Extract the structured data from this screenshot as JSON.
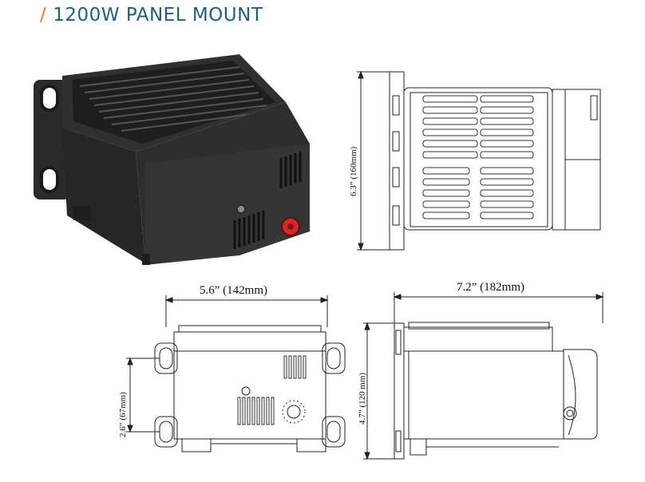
{
  "header": {
    "slash": "/",
    "title": "1200W PANEL MOUNT"
  },
  "dimensions": {
    "side_height": "6.3” (160mm)",
    "front_width": "5.6”  (142mm)",
    "front_mount_height": "2.6” (67mm)",
    "top_length": "7.2”  (182mm)",
    "top_height": "4.7” (120 mm)"
  },
  "colors": {
    "title": "#1f5f7c",
    "slash": "#e07b28",
    "knob": "#d9262a",
    "housing": "#2c2c2c"
  },
  "figures": [
    "product-photo",
    "side-view-drawing",
    "front-view-drawing",
    "top-view-drawing"
  ]
}
